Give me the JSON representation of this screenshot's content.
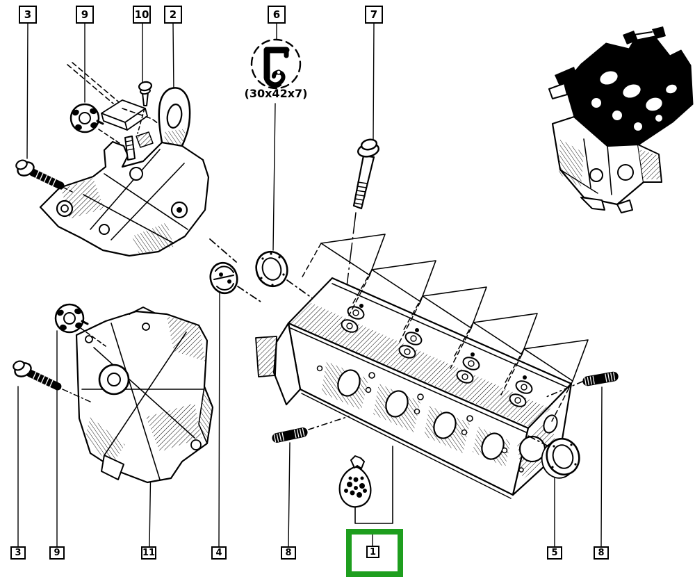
{
  "diagram": {
    "seal_note": "(30x42x7)",
    "highlight_color": "#1e9e1e",
    "line_color": "#000000",
    "background_color": "#ffffff",
    "callouts_top": [
      {
        "label": "3"
      },
      {
        "label": "9"
      },
      {
        "label": "10"
      },
      {
        "label": "2"
      },
      {
        "label": "6"
      },
      {
        "label": "7"
      }
    ],
    "callouts_bottom": [
      {
        "label": "3"
      },
      {
        "label": "9"
      },
      {
        "label": "11"
      },
      {
        "label": "4"
      },
      {
        "label": "8"
      },
      {
        "label": "1",
        "highlighted": true
      },
      {
        "label": "5"
      },
      {
        "label": "8"
      }
    ]
  }
}
